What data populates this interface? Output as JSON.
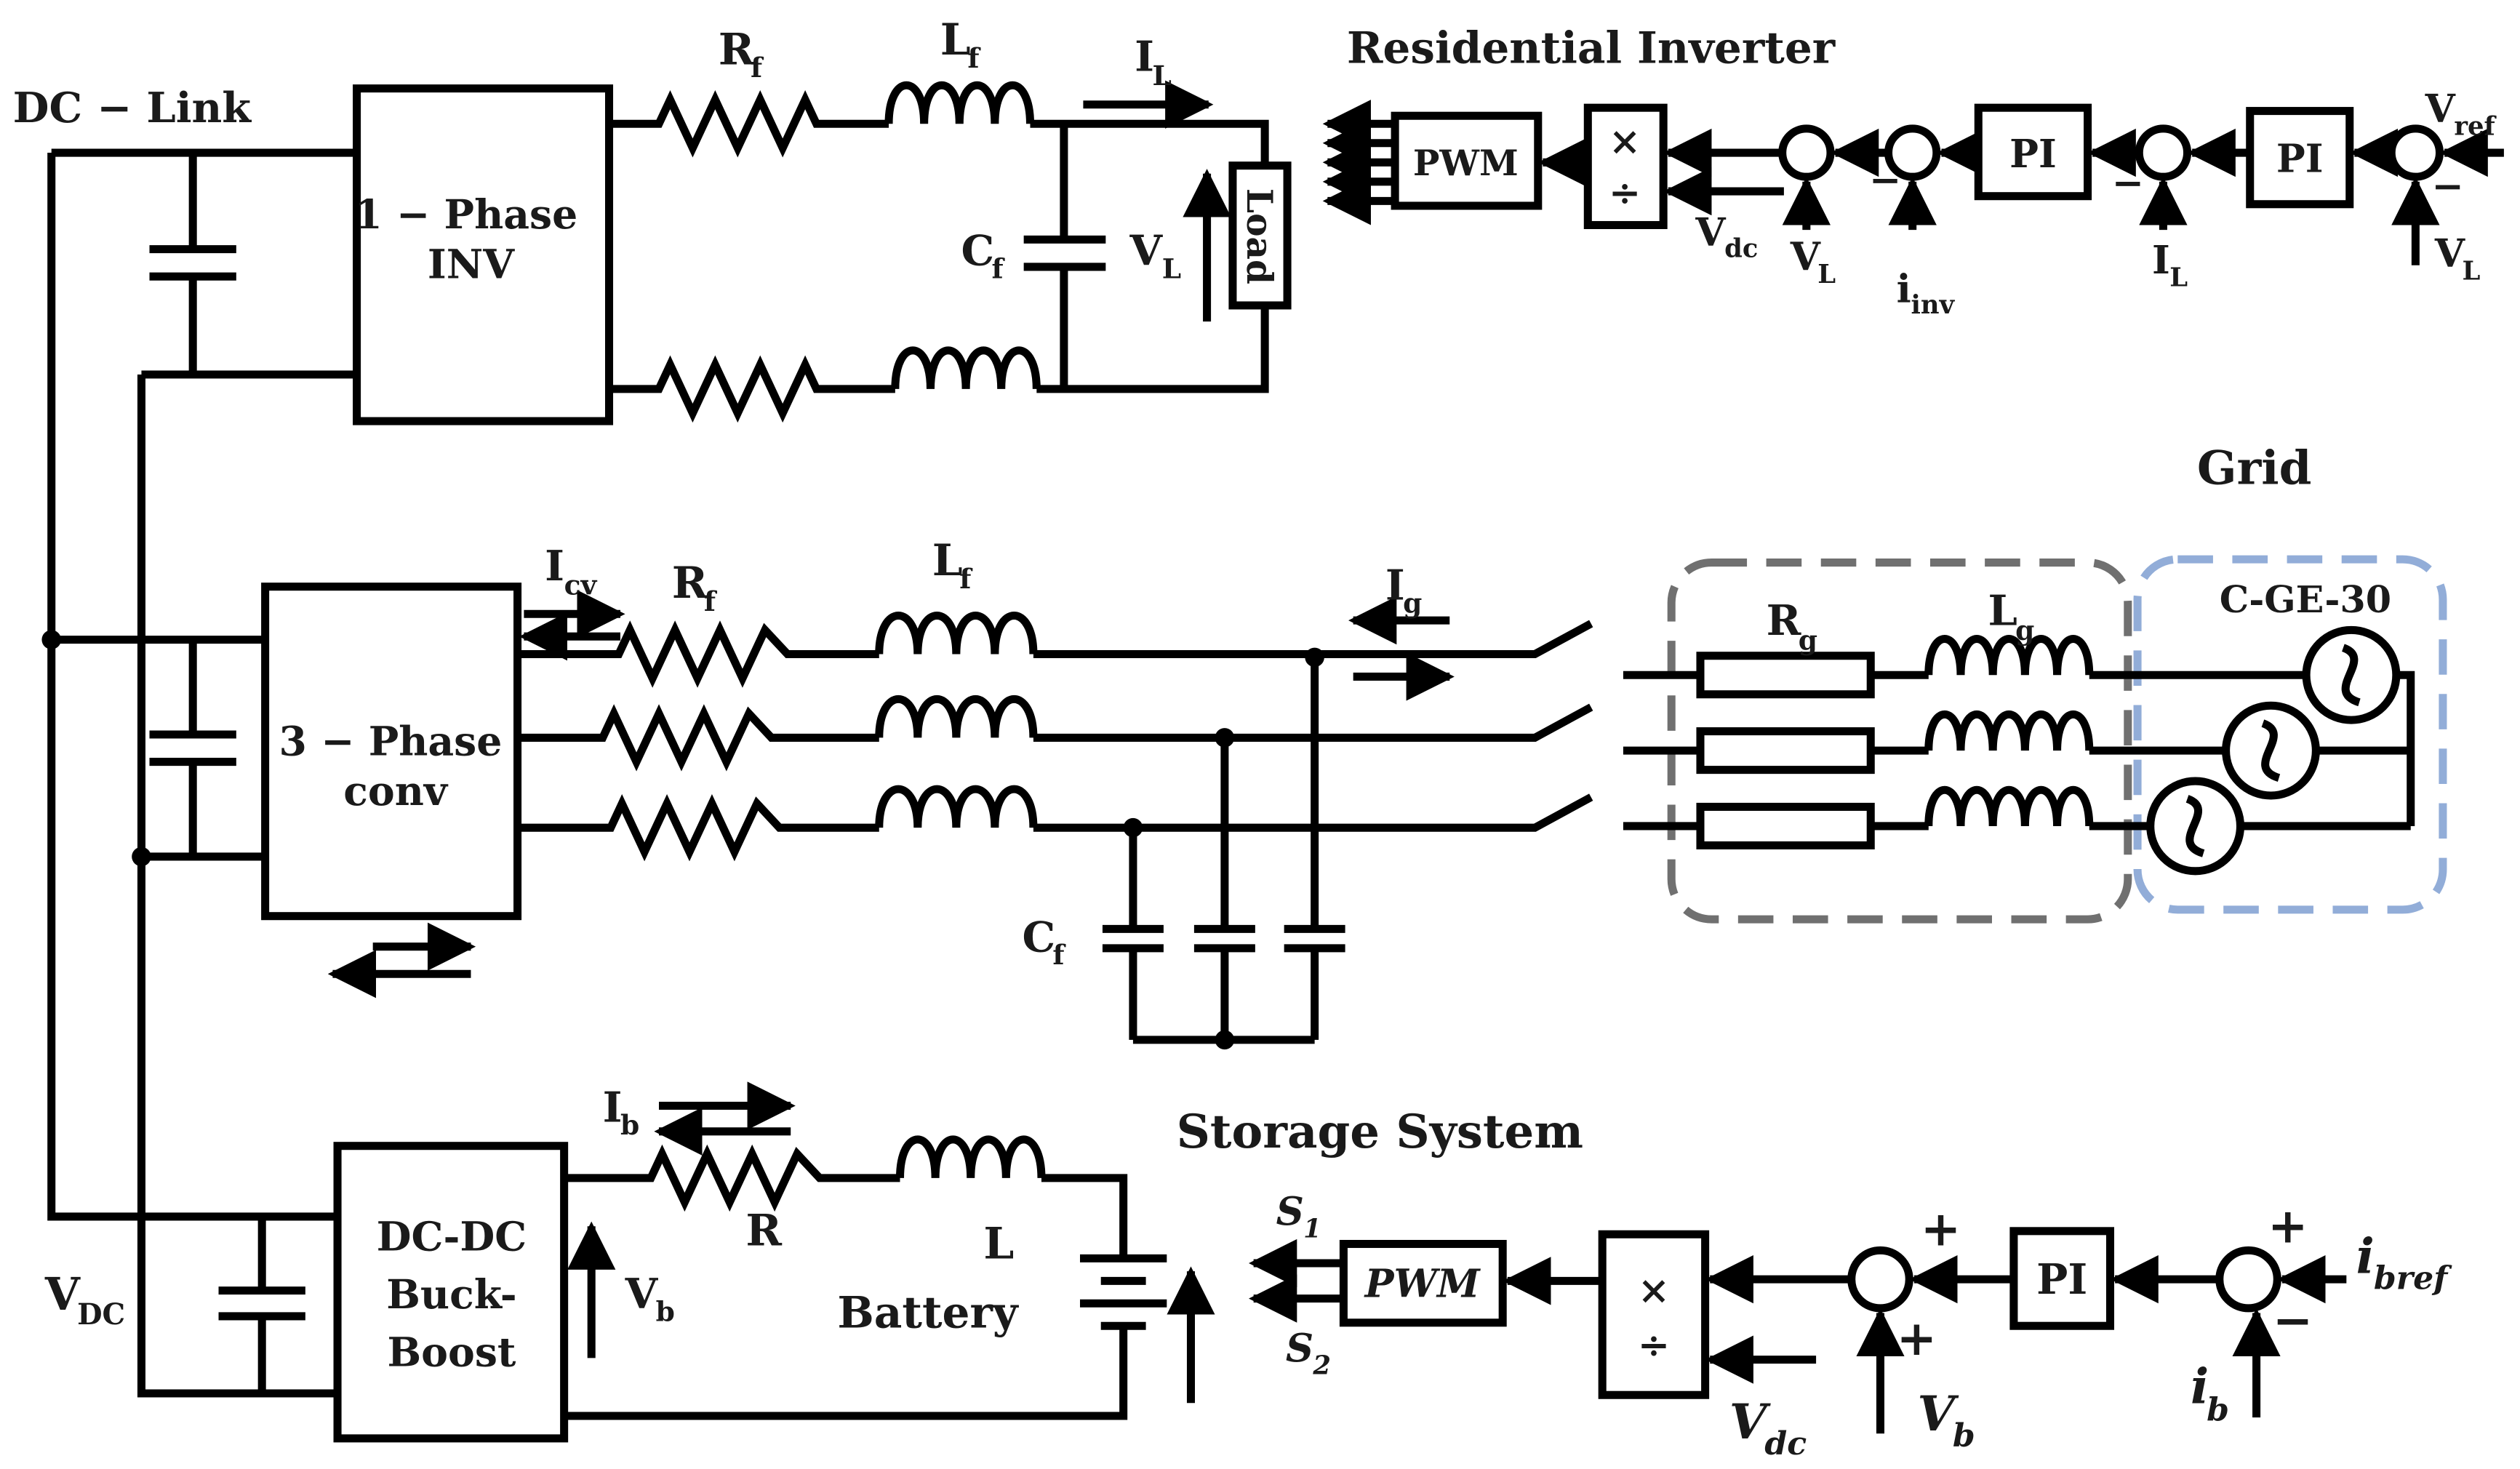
{
  "labels": {
    "dc_link": "DC − Link",
    "vdc_main": "V",
    "vdc_main_sub": "DC",
    "residential_title": "Residential Inverter",
    "grid_title": "Grid",
    "storage_title": "Storage System",
    "battery": "Battery",
    "source_group": "C-GE-30"
  },
  "blocks": {
    "inv_line1": "1 − Phase",
    "inv_line2": "INV",
    "conv_line1": "3 − Phase",
    "conv_line2": "conv",
    "dcdc_line1": "DC-DC",
    "dcdc_line2": "Buck-",
    "dcdc_line3": "Boost",
    "load": "Load",
    "pwm": "PWM",
    "pwm_storage": "PWM",
    "pi": "PI",
    "mul": "×",
    "div": "÷"
  },
  "symbols": {
    "R": "R",
    "f": "f",
    "L": "L",
    "C": "C",
    "I": "I",
    "V": "V",
    "g": "g",
    "cv": "cv",
    "b": "b",
    "dc": "dc",
    "ref": "ref",
    "i": "i",
    "inv": "inv",
    "S": "S",
    "s1": "1",
    "s2": "2",
    "bref": "bref",
    "plus": "+",
    "minus": "−"
  }
}
